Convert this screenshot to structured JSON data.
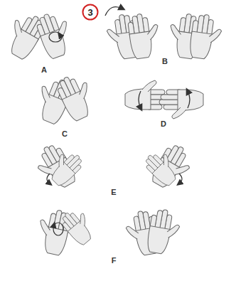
{
  "diagram": {
    "labels": [
      "3",
      "A",
      "B",
      "C",
      "D",
      "E",
      "F"
    ]
  }
}
